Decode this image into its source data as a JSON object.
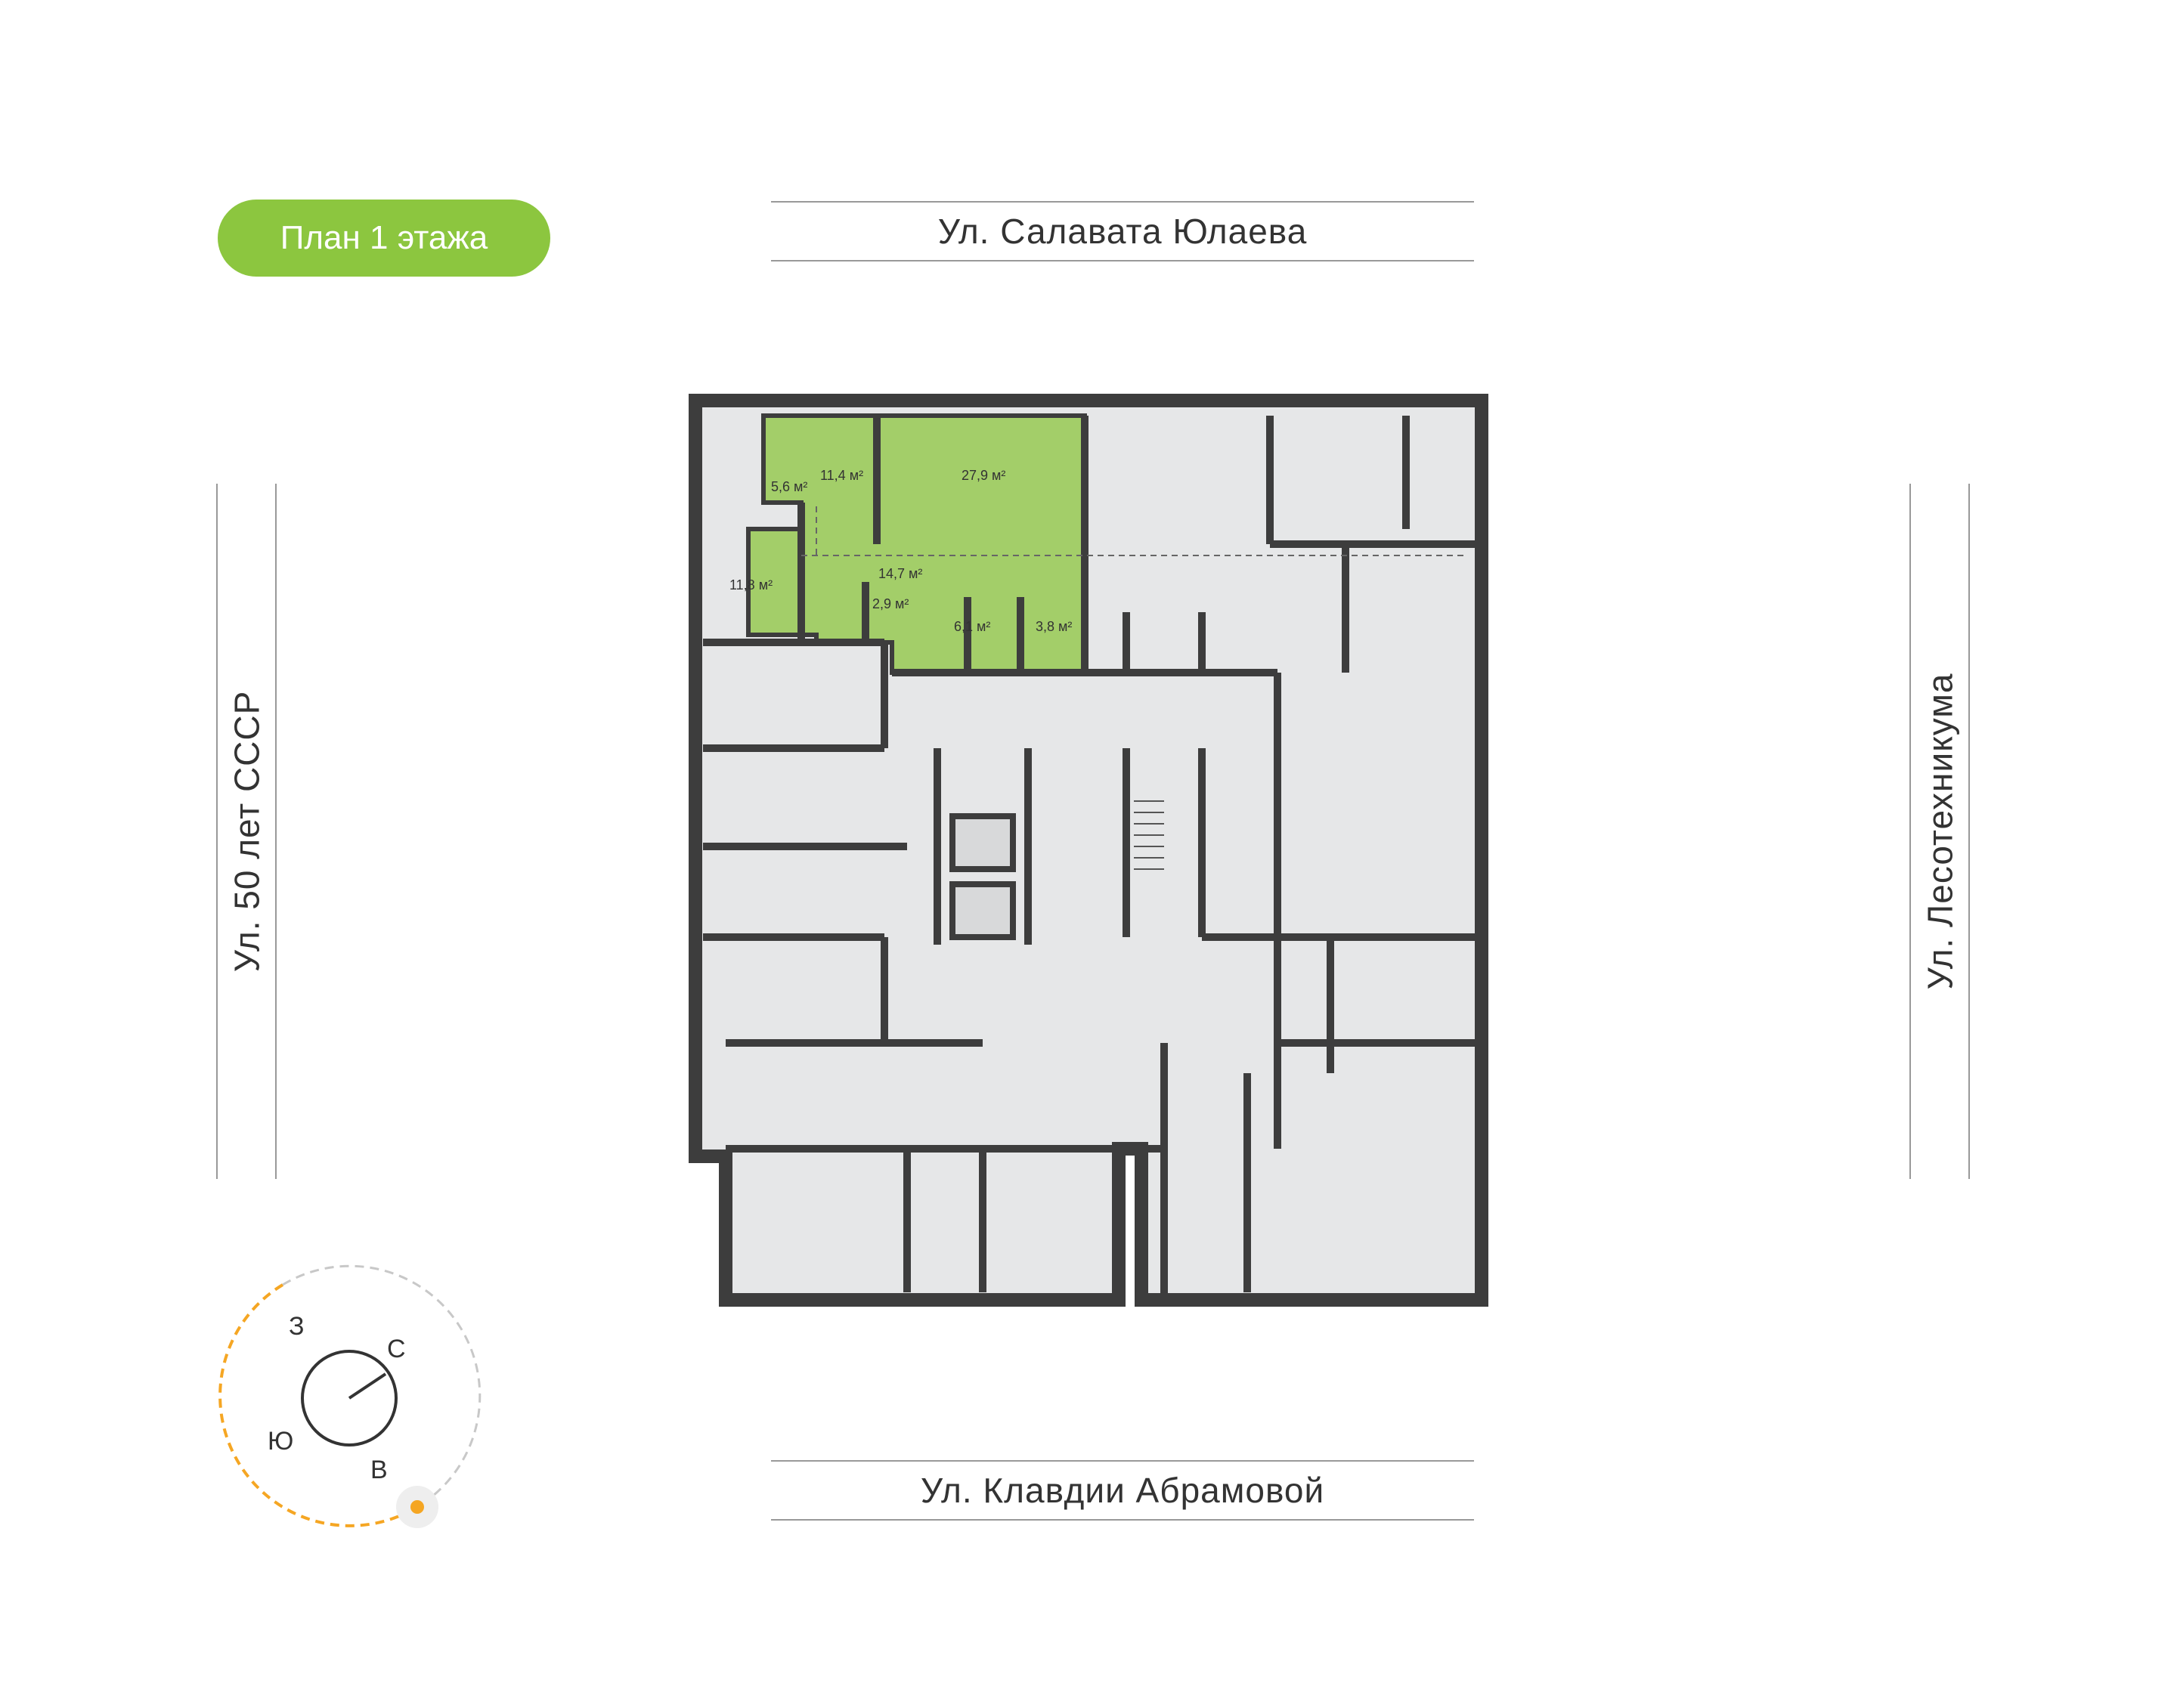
{
  "plan_title": "План 1 этажа",
  "streets": {
    "north": "Ул. Салавата Юлаева",
    "south": "Ул. Клавдии Абрамовой",
    "west": "Ул. 50 лет СССР",
    "east": "Ул. Лесотехникума"
  },
  "areas": {
    "a1": "5,6 м²",
    "a2": "11,4 м²",
    "a3": "27,9 м²",
    "a4": "11,8 м²",
    "a5": "14,7 м²",
    "a6": "2,9 м²",
    "a7": "6,1 м²",
    "a8": "3,8 м²"
  },
  "compass": {
    "north": "С",
    "south": "Ю",
    "east": "В",
    "west": "З"
  },
  "colors": {
    "accent": "#8cc63f",
    "wall": "#3d3d3d",
    "floor": "#e6e7e8",
    "sun": "#f5a623"
  }
}
